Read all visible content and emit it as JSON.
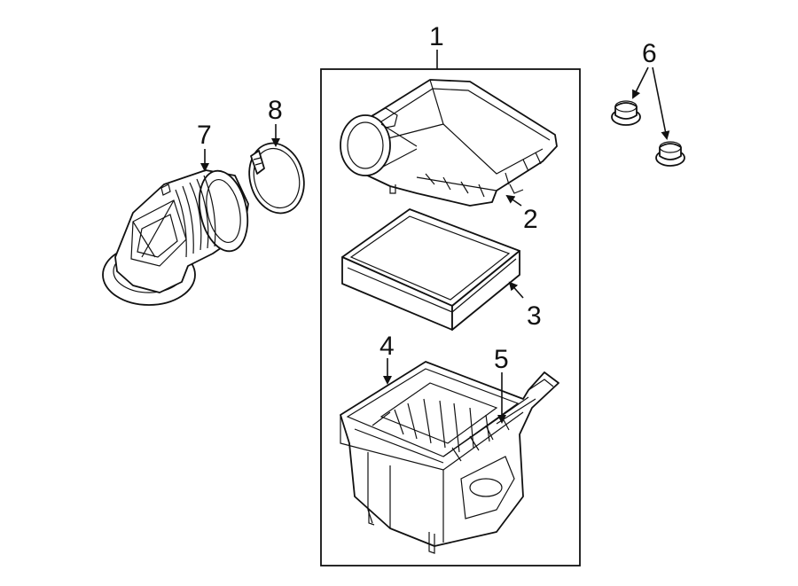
{
  "callouts": {
    "c1": "1",
    "c2": "2",
    "c3": "3",
    "c4": "4",
    "c5": "5",
    "c6": "6",
    "c7": "7",
    "c8": "8"
  },
  "icons": {
    "inlet_duct": "inlet-duct-icon",
    "clamp": "clamp-icon",
    "upper_cover": "air-cleaner-cover-icon",
    "filter": "air-filter-element-icon",
    "lower_housing": "air-cleaner-housing-icon",
    "grommets": "grommet-icon"
  }
}
